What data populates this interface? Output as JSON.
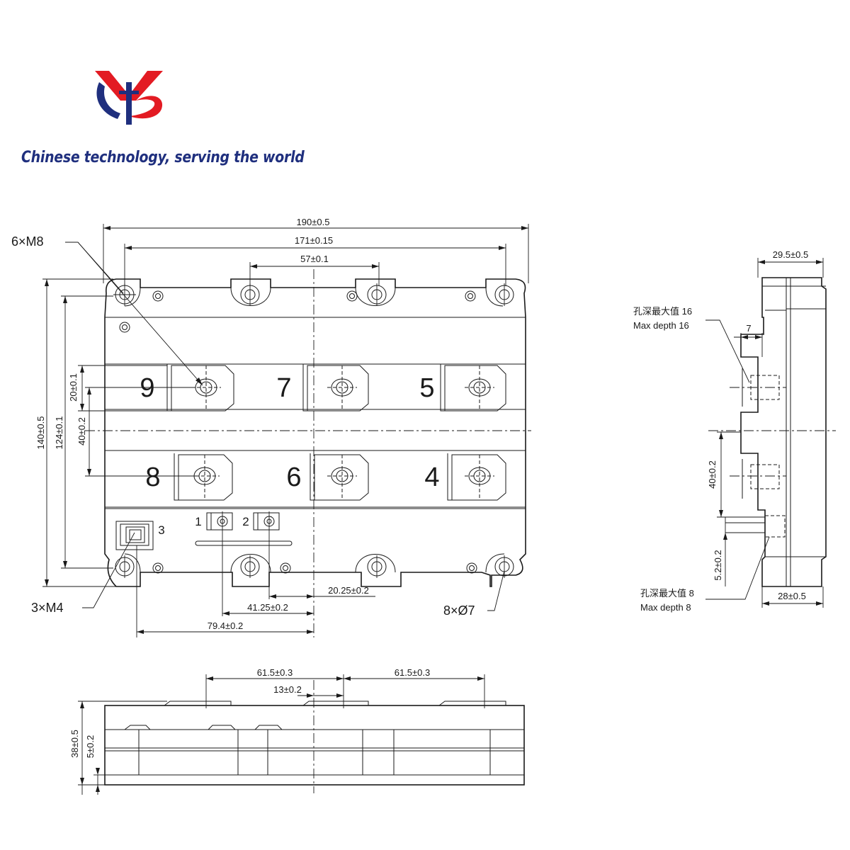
{
  "brand": {
    "slogan": "Chinese technology, serving the world",
    "colors": {
      "logo_blue": "#1f2f7e",
      "logo_red": "#e31b23",
      "slogan": "#1f2f7e"
    }
  },
  "top_view": {
    "dimensions": {
      "overall_width": "190±0.5",
      "mount_pitch": "171±0.15",
      "terminal_pitch": "57±0.1",
      "overall_height": "140±0.5",
      "mount_height": "124±0.1",
      "terminal_offset_20": "20±0.1",
      "terminal_offset_40": "40±0.2",
      "aux_offset_20_25": "20.25±0.2",
      "aux_offset_41_25": "41.25±0.2",
      "aux_offset_79_4": "79.4±0.2"
    },
    "callouts": {
      "m8": "6×M8",
      "m4": "3×M4",
      "holes": "8×Ø7"
    },
    "terminal_labels": [
      "9",
      "7",
      "5",
      "8",
      "6",
      "4"
    ],
    "aux_labels": [
      "1",
      "2",
      "3"
    ]
  },
  "side_view": {
    "dimensions": {
      "top_width": "29.5±0.5",
      "depth_7": "7",
      "pitch_40": "40±0.2",
      "offset_5_2": "5.2±0.2",
      "bottom_width": "28±0.5"
    },
    "notes": {
      "depth16_cn": "孔深最大值 16",
      "depth16_en": "Max depth 16",
      "depth8_cn": "孔深最大值 8",
      "depth8_en": "Max depth 8"
    }
  },
  "front_view": {
    "dimensions": {
      "left_pitch": "61.5±0.3",
      "right_pitch": "61.5±0.3",
      "center": "13±0.2",
      "height": "38±0.5",
      "base": "5±0.2"
    }
  }
}
